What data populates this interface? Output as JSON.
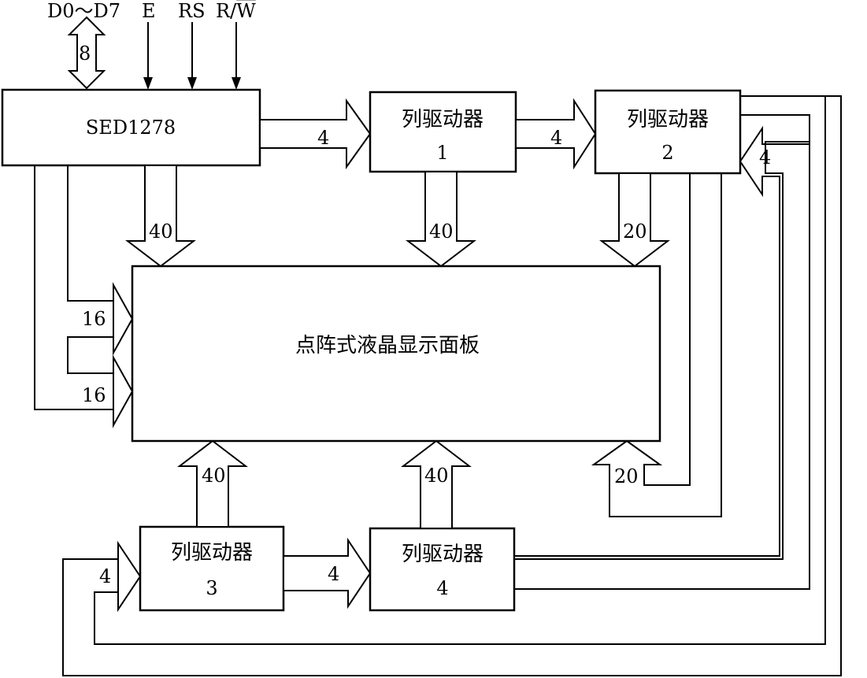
{
  "signals": {
    "data_bus": "D0～D7",
    "enable": "E",
    "register_select": "RS",
    "read_write_prefix": "R/",
    "read_write_bar": "W",
    "data_bus_width": "8"
  },
  "controller": {
    "name": "SED1278"
  },
  "panel": {
    "name": "点阵式液晶显示面板"
  },
  "drivers": [
    {
      "name": "列驱动器",
      "index": "1"
    },
    {
      "name": "列驱动器",
      "index": "2"
    },
    {
      "name": "列驱动器",
      "index": "3"
    },
    {
      "name": "列驱动器",
      "index": "4"
    }
  ],
  "bus_widths": {
    "ctrl_to_drv1": "4",
    "drv1_to_drv2": "4",
    "drv4_to_drv2": "4",
    "drv3_to_drv4": "4",
    "drv2_to_drv3": "4",
    "ctrl_to_panel": "40",
    "drv1_to_panel": "40",
    "drv2_to_panel_top": "20",
    "drv2_to_panel_bottom": "20",
    "ctrl_to_panel_left_1": "16",
    "ctrl_to_panel_left_2": "16",
    "drv3_to_panel": "40",
    "drv4_to_panel": "40"
  }
}
